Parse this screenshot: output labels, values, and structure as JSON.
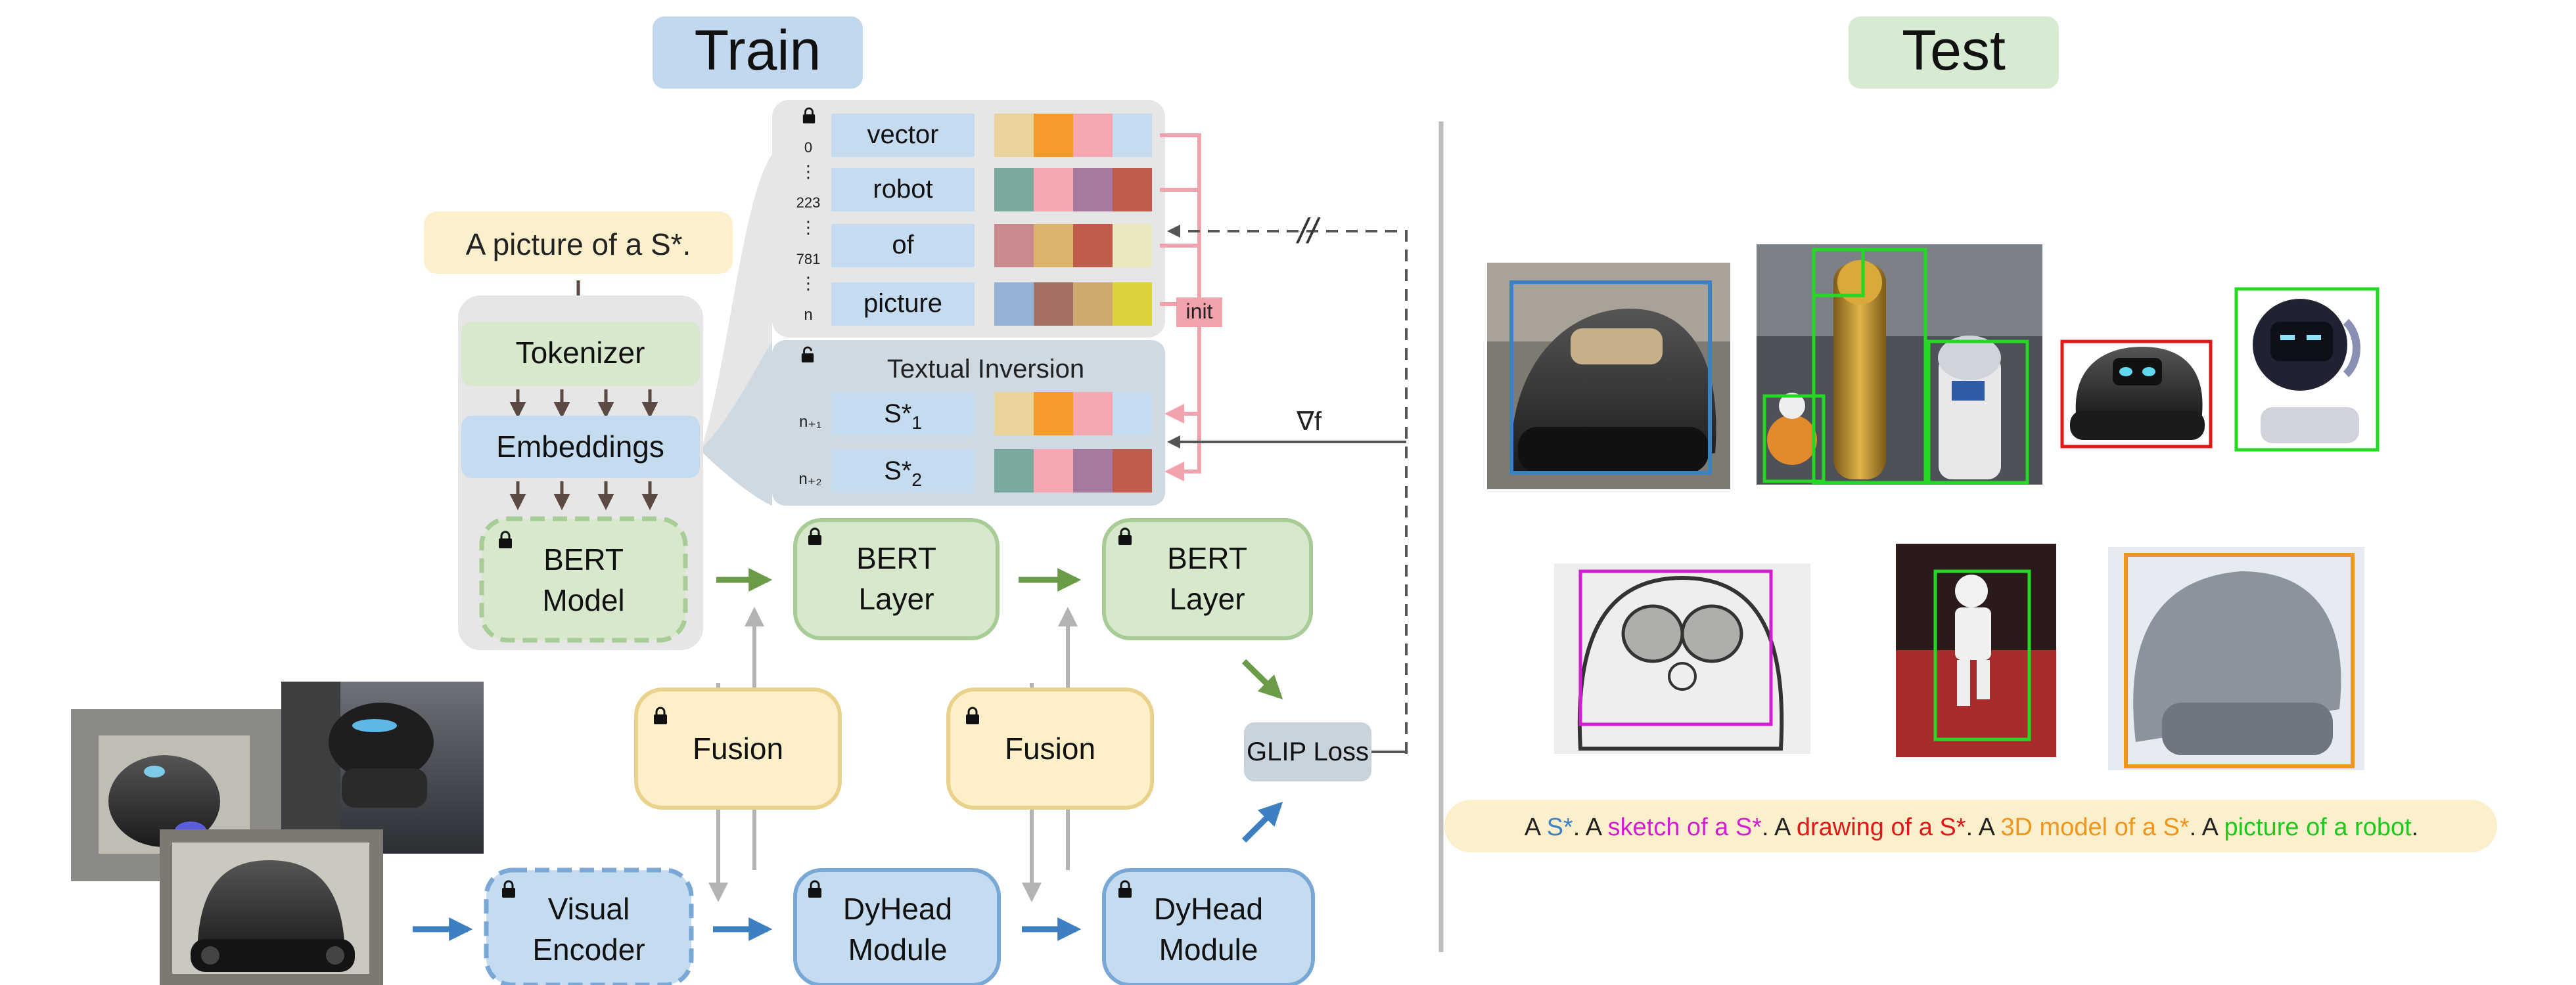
{
  "train": {
    "title": "Train"
  },
  "test": {
    "title": "Test"
  },
  "prompt": "A picture of a S*.",
  "encoder": {
    "tokenizer": "Tokenizer",
    "embeddings": "Embeddings",
    "bert_model": [
      "BERT",
      "Model"
    ]
  },
  "vocab": {
    "rows": [
      {
        "index": "0",
        "word": "vector"
      },
      {
        "index": "223",
        "word": "robot"
      },
      {
        "index": "781",
        "word": "of"
      },
      {
        "index": "n",
        "word": "picture"
      }
    ],
    "ellipsis": "⋮"
  },
  "textual_inversion": {
    "title": "Textual Inversion",
    "rows": [
      {
        "index": "n₊₁",
        "token": "S*",
        "sub": "1"
      },
      {
        "index": "n₊₂",
        "token": "S*",
        "sub": "2"
      }
    ]
  },
  "labels": {
    "init": "init",
    "grad": "∇f",
    "stop_grad": "//"
  },
  "bert_layer": [
    "BERT",
    "Layer"
  ],
  "fusion": "Fusion",
  "dyhead": [
    "DyHead",
    "Module"
  ],
  "visual_encoder": [
    "Visual",
    "Encoder"
  ],
  "glip_loss": "GLIP Loss",
  "caption": [
    {
      "text": "A ",
      "color": "#222222"
    },
    {
      "text": "S*",
      "color": "#3b82c4"
    },
    {
      "text": ". A ",
      "color": "#222222"
    },
    {
      "text": "sketch of a S*",
      "color": "#d21ed2"
    },
    {
      "text": ". A ",
      "color": "#222222"
    },
    {
      "text": "drawing of a S*",
      "color": "#e01818"
    },
    {
      "text": ". A ",
      "color": "#222222"
    },
    {
      "text": "3D model of a S*",
      "color": "#f0961e"
    },
    {
      "text": ". A ",
      "color": "#222222"
    },
    {
      "text": "picture of a robot",
      "color": "#1ec81e"
    },
    {
      "text": ".",
      "color": "#222222"
    }
  ],
  "colors": {
    "train_badge": "#c2d8ee",
    "test_badge": "#d6ebd2",
    "prompt_bg": "#fcefcc",
    "lock_block": "#e6e6e6",
    "ti_block": "#cfd9e2",
    "green_box": "#d7e8cc",
    "green_stroke": "#a8cc95",
    "blue_box": "#c5dbef",
    "blue_stroke": "#7aa8d6",
    "fusion_box": "#fdf0c8",
    "fusion_stroke": "#ead28c",
    "glip_box": "#c9d3dc",
    "init_pink": "#f2a2ac",
    "green_arrow": "#6a9c48",
    "blue_arrow": "#3e7fc1"
  }
}
